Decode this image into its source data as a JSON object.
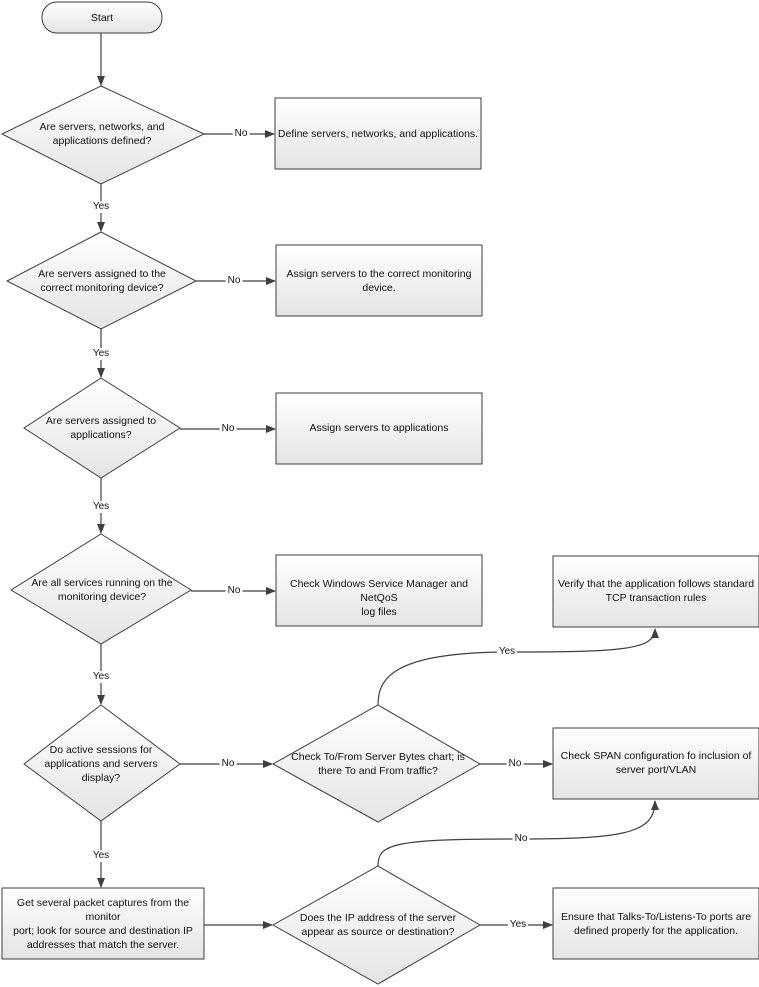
{
  "nodes": {
    "start": "Start",
    "q_defined": "Are servers, networks, and\napplications defined?",
    "a_define": "Define servers, networks, and applications.",
    "q_assigned_device": "Are servers assigned to the\ncorrect monitoring device?",
    "a_assign_device": "Assign servers to the correct monitoring\ndevice.",
    "q_assigned_apps": "Are servers assigned to\napplications?",
    "a_assign_apps": "Assign servers to applications",
    "q_services": "Are all services running on the\nmonitoring device?",
    "a_check_logs": "Check Windows Service Manager and NetQoS\nlog files",
    "a_verify_tcp": "Verify that the application follows standard\nTCP transaction rules",
    "q_sessions": "Do active sessions for\napplications and servers\ndisplay?",
    "q_traffic": "Check To/From Server Bytes chart; is\nthere To and From traffic?",
    "a_span": "Check SPAN configuration fo inclusion of\nserver port/VLAN",
    "a_captures": "Get several packet captures from the monitor\nport; look for source and destination IP\naddresses that match the server.",
    "q_ip": "Does the IP address of the server\nappear as source or destination?",
    "a_ports": "Ensure that Talks-To/Listens-To ports are\ndefined properly for the application."
  },
  "edges": {
    "e1": "No",
    "e2": "Yes",
    "e3": "No",
    "e4": "Yes",
    "e5": "No",
    "e6": "Yes",
    "e7": "No",
    "e8": "Yes",
    "e9": "No",
    "e10": "Yes",
    "e11": "Yes",
    "e12": "No",
    "e13": "No",
    "e14": "Yes"
  },
  "colors": {
    "shape_fill": "#efefef",
    "shape_stroke": "#3f3f3f"
  }
}
